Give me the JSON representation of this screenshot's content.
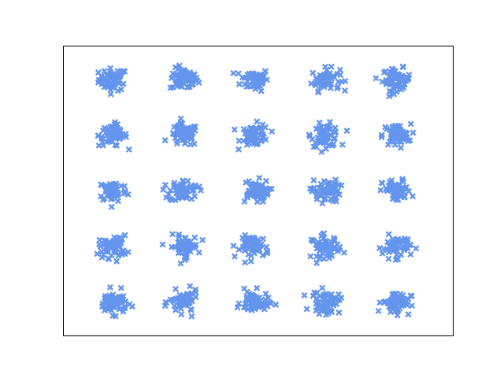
{
  "chart_data": {
    "type": "scatter",
    "title": "",
    "xlabel": "",
    "ylabel": "",
    "xlim": [
      -0.7,
      4.8
    ],
    "ylim": [
      -0.6,
      4.6
    ],
    "axes_visible": false,
    "grid": false,
    "legend": "none",
    "marker": "x",
    "color": "#6495ed",
    "clusters": [
      {
        "row": "top",
        "x": [
          0,
          1,
          2,
          3,
          4
        ],
        "y": 4
      },
      {
        "row": "second",
        "x": [
          0,
          1,
          2,
          3,
          4
        ],
        "y": 3
      },
      {
        "row": "middle",
        "x": [
          0,
          1,
          2,
          3,
          4
        ],
        "y": 2
      },
      {
        "row": "fourth",
        "x": [
          0,
          1,
          2,
          3,
          4
        ],
        "y": 1
      },
      {
        "row": "bottom",
        "x": [
          0,
          1,
          2,
          3,
          4
        ],
        "y": 0
      }
    ],
    "points_per_cluster": 60,
    "cluster_spread": 0.1
  }
}
